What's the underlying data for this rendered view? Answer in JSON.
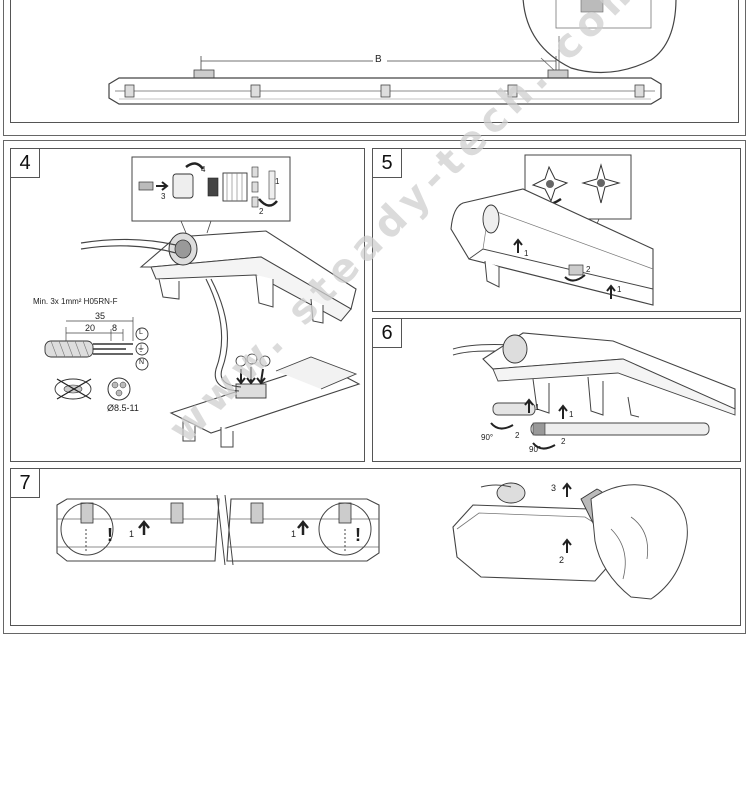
{
  "steps": {
    "s4": "4",
    "s5": "5",
    "s6": "6",
    "s7": "7"
  },
  "top_panel": {
    "dimension_label": "B"
  },
  "panel4": {
    "cable_spec": "Min. 3x 1mm² H05RN-F",
    "dim_total": "35",
    "dim_a": "20",
    "dim_b": "8",
    "diameter": "Ø8.5-11",
    "gland_num_3": "3",
    "gland_num_4": "4",
    "gland_num_1": "1",
    "gland_num_2": "2",
    "terminal_L": "L",
    "terminal_N": "N",
    "terminal_PE": "⏚"
  },
  "panel5": {
    "num_1a": "1",
    "num_1b": "1",
    "num_2": "2"
  },
  "panel6": {
    "num_1a": "1",
    "num_1b": "1",
    "num_2a": "2",
    "num_2b": "2",
    "angle_a": "90°",
    "angle_b": "90°"
  },
  "panel7": {
    "num_1a": "1",
    "num_1b": "1",
    "num_2": "2",
    "num_3": "3",
    "warn_a": "!",
    "warn_b": "!"
  },
  "watermark": "www. steady-tech. com",
  "colors": {
    "line": "#555555",
    "detail": "#333333",
    "watermark": "#cfcfcf"
  }
}
